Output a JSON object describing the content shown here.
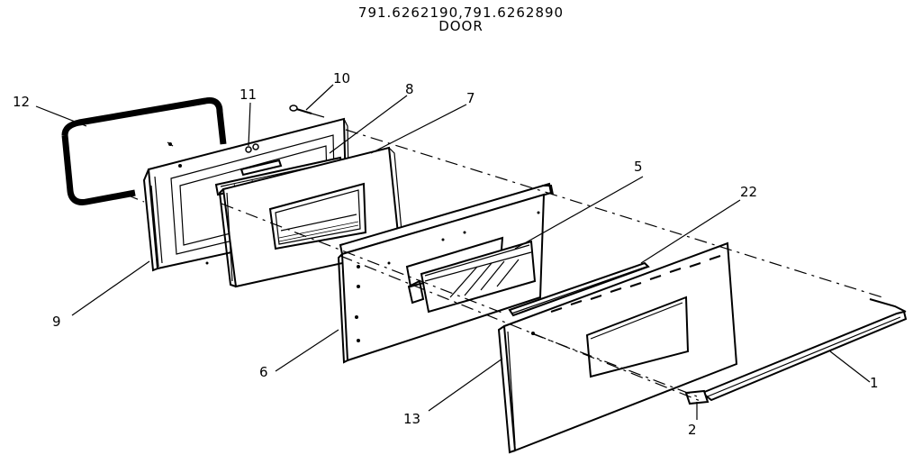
{
  "header": {
    "model_numbers": "791.6262190,791.6262890",
    "assembly": "DOOR"
  },
  "callouts": {
    "c1": "1",
    "c2": "2",
    "c5": "5",
    "c6": "6",
    "c7": "7",
    "c8": "8",
    "c9": "9",
    "c10": "10",
    "c11": "11",
    "c12": "12",
    "c13": "13",
    "c22": "22"
  }
}
